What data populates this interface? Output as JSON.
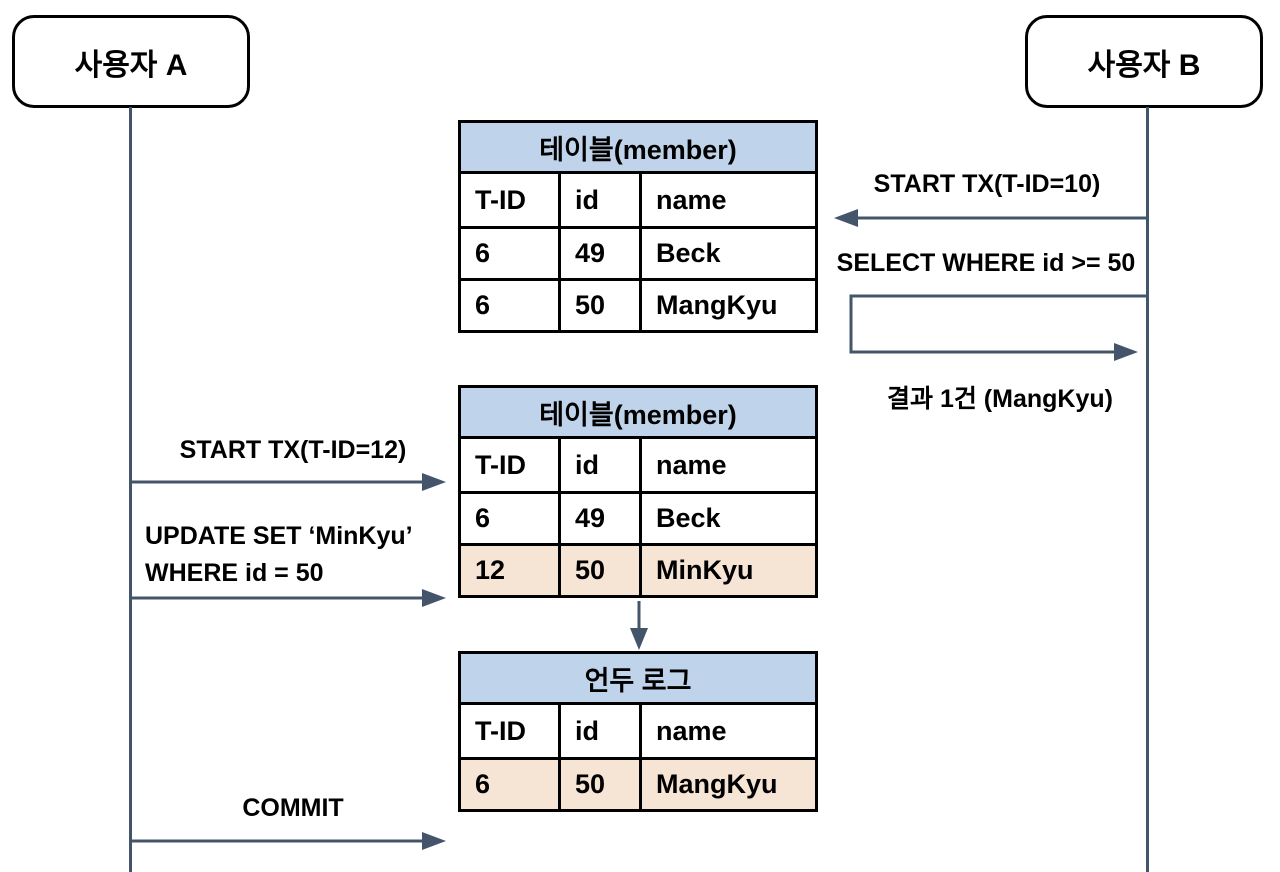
{
  "actors": {
    "a": "사용자 A",
    "b": "사용자 B"
  },
  "tables": [
    {
      "title": "테이블(member)",
      "columns": [
        "T-ID",
        "id",
        "name"
      ],
      "rows": [
        {
          "cells": [
            "6",
            "49",
            "Beck"
          ],
          "highlight": false
        },
        {
          "cells": [
            "6",
            "50",
            "MangKyu"
          ],
          "highlight": false
        }
      ]
    },
    {
      "title": "테이블(member)",
      "columns": [
        "T-ID",
        "id",
        "name"
      ],
      "rows": [
        {
          "cells": [
            "6",
            "49",
            "Beck"
          ],
          "highlight": false
        },
        {
          "cells": [
            "12",
            "50",
            "MinKyu"
          ],
          "highlight": true
        }
      ]
    },
    {
      "title": "언두 로그",
      "columns": [
        "T-ID",
        "id",
        "name"
      ],
      "rows": [
        {
          "cells": [
            "6",
            "50",
            "MangKyu"
          ],
          "highlight": true
        }
      ]
    }
  ],
  "messages": {
    "start_tx_b": "START TX(T-ID=10)",
    "select": "SELECT WHERE id >= 50",
    "result": "결과 1건 (MangKyu)",
    "start_tx_a": "START TX(T-ID=12)",
    "update_line1": "UPDATE SET ‘MinKyu’",
    "update_line2": "WHERE id = 50",
    "commit": "COMMIT"
  },
  "colors": {
    "header_fill": "#BFD4EA",
    "highlight_fill": "#F6E4D5",
    "arrow": "#44546A",
    "border": "#000000"
  }
}
